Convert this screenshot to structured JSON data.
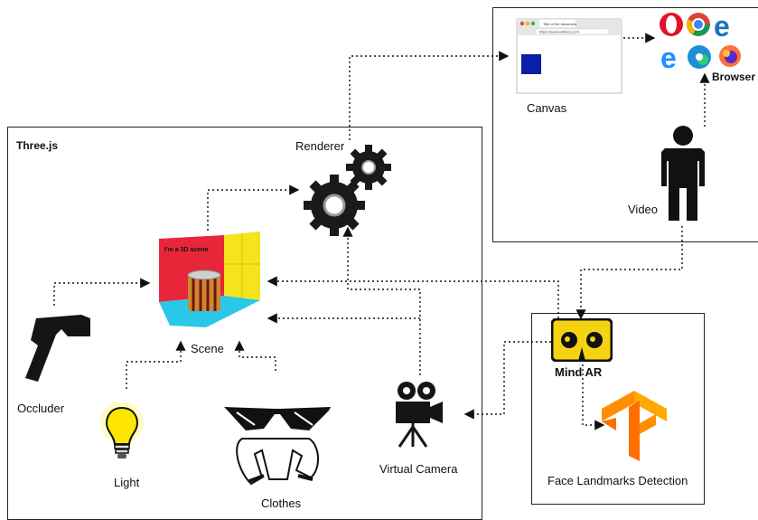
{
  "containers": {
    "threejs": "Three.js",
    "browser_box": "",
    "mindar_box": ""
  },
  "labels": {
    "renderer": "Renderer",
    "scene": "Scene",
    "occluder": "Occluder",
    "light": "Light",
    "clothes": "Clothes",
    "virtual_camera": "Virtual Camera",
    "canvas": "Canvas",
    "browser": "Browser",
    "video": "Video",
    "mind_ar": "Mind AR",
    "face_landmarks": "Face Landmarks Detection"
  },
  "scene_caption": "I'm a 3D scene",
  "browser_window": {
    "tab_title": "Title of the document",
    "url": "https://www.w3docs.com"
  },
  "browser_icons": [
    "opera-icon",
    "chrome-icon",
    "ie-icon",
    "edge-legacy-icon",
    "edge-icon",
    "firefox-icon"
  ],
  "colors": {
    "scene_wall_red": "#e8263a",
    "scene_wall_yellow": "#f5e31c",
    "scene_floor_cyan": "#29c7e8",
    "canvas_square": "#0a1fa8",
    "mindar_yellow": "#f4d313",
    "tensorflow_orange": "#ff6f00",
    "light_yellow": "#ffe600"
  }
}
